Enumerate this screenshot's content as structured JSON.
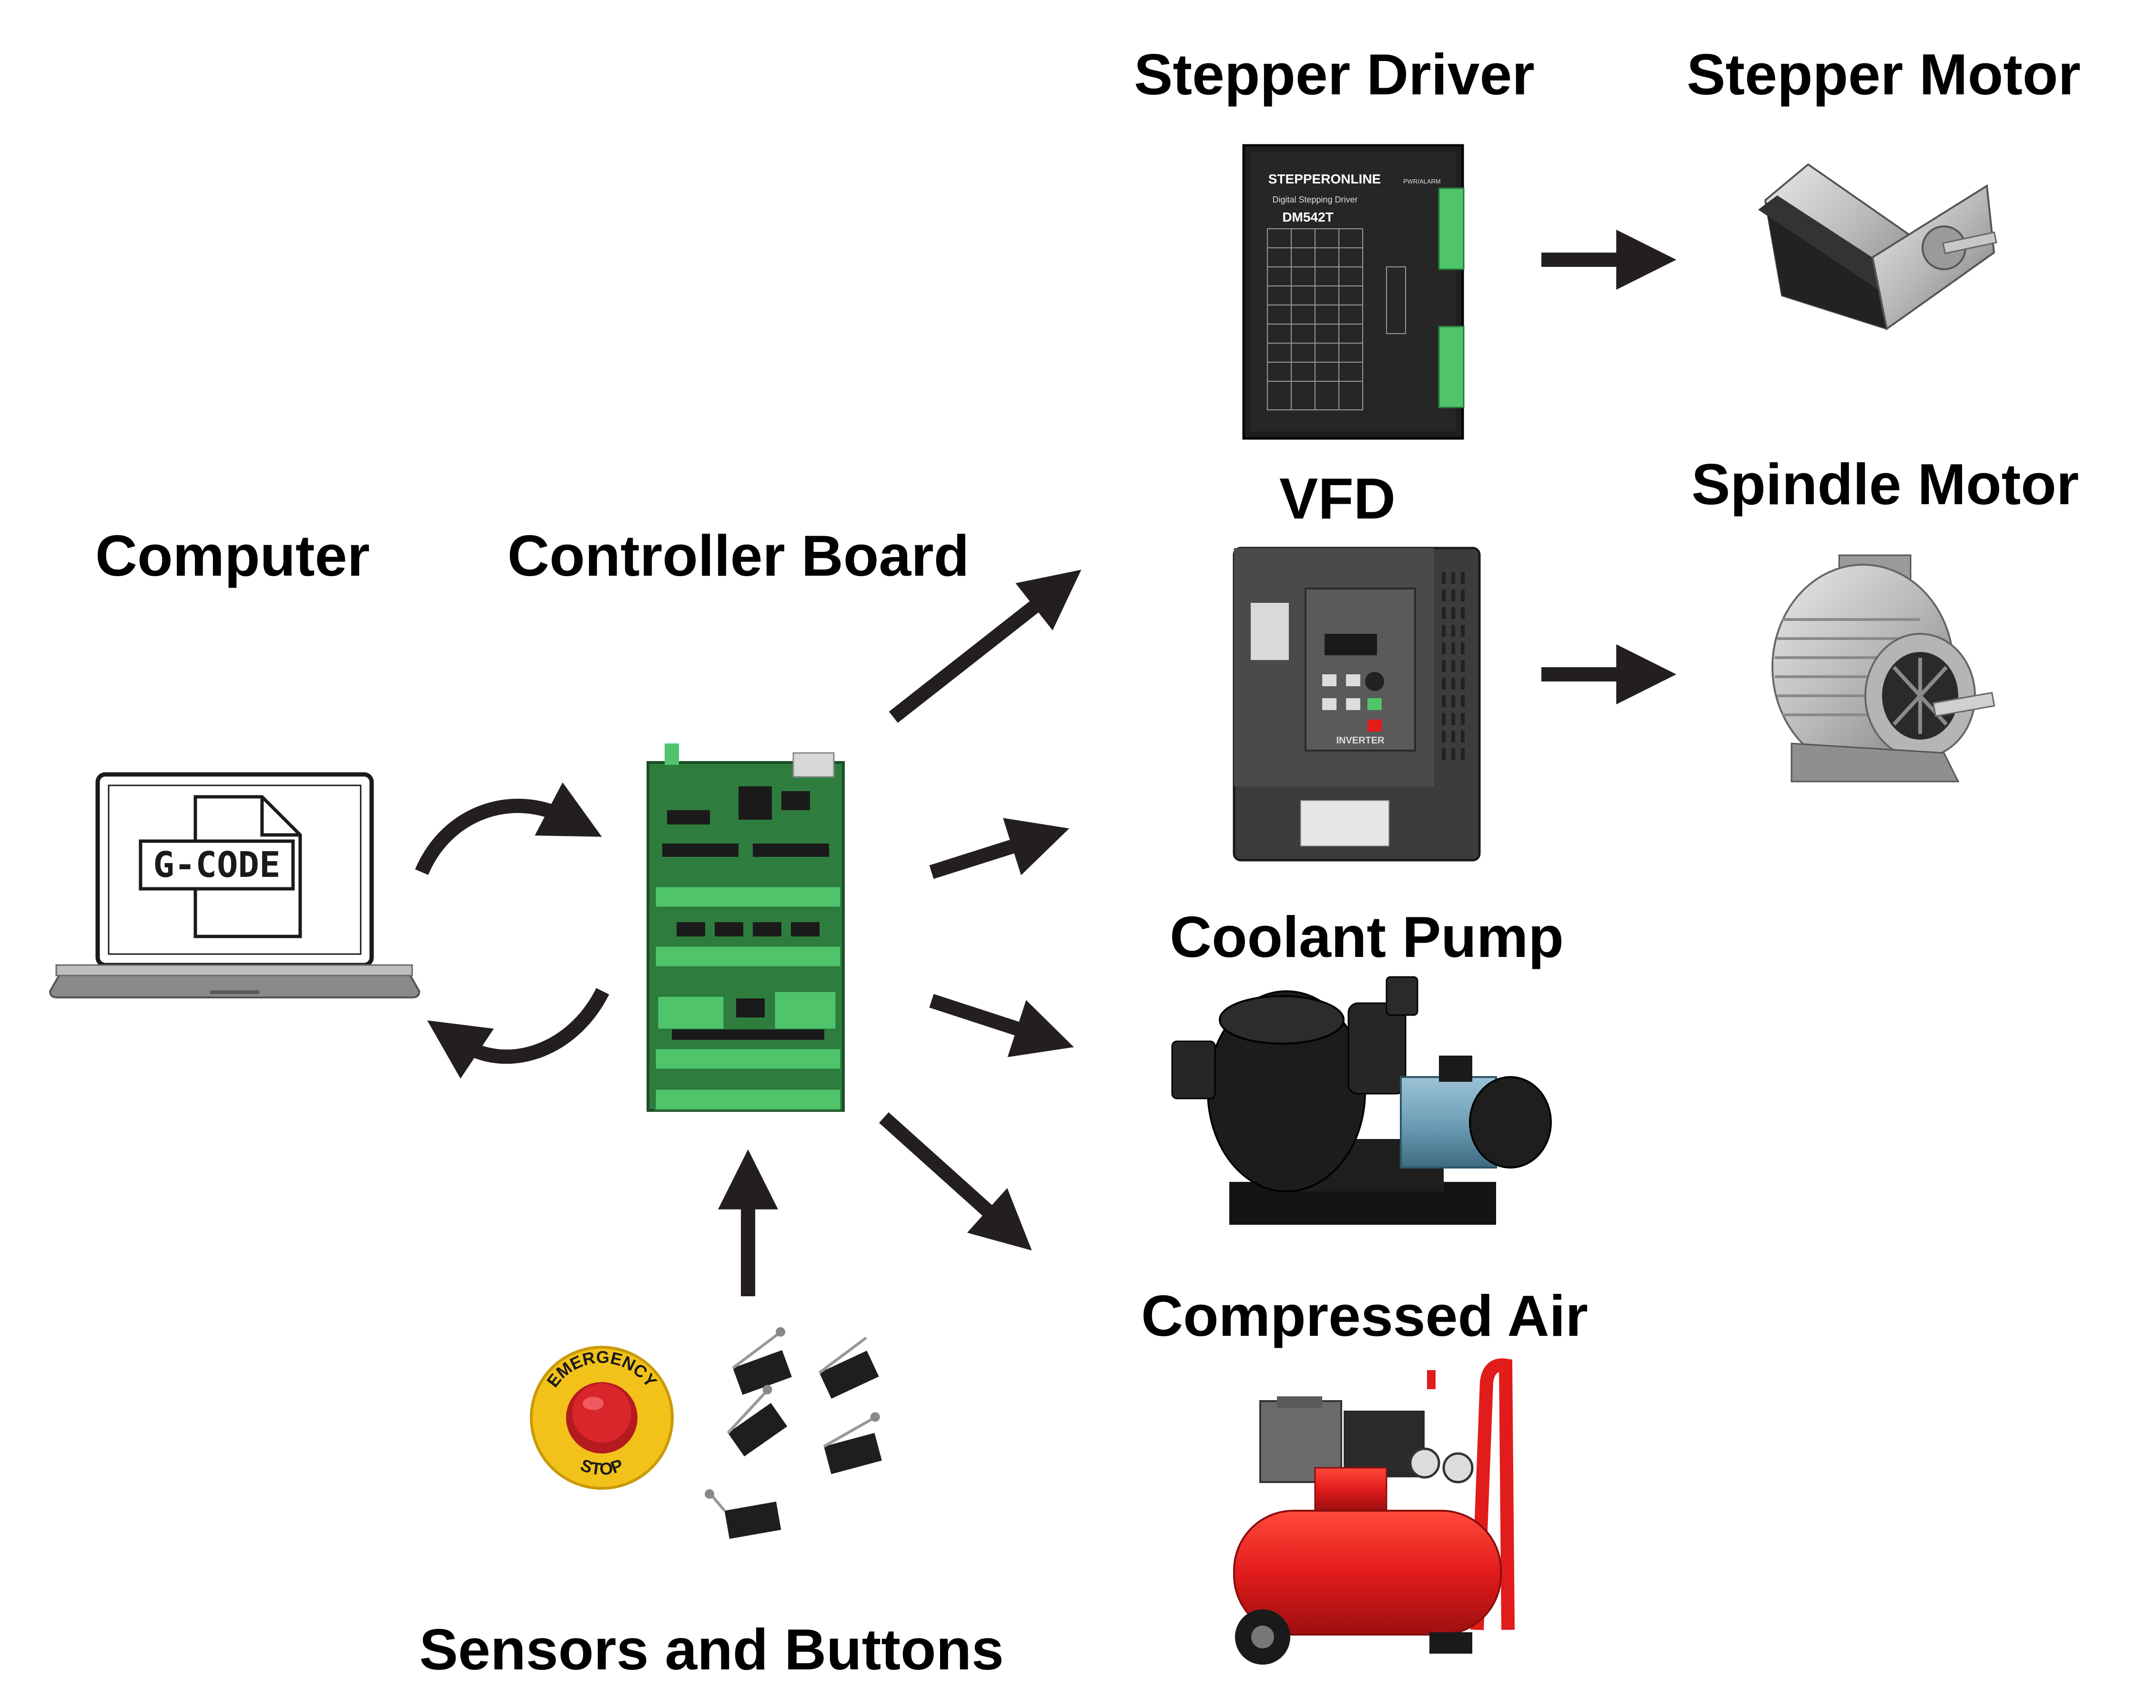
{
  "labels": {
    "computer": "Computer",
    "controller_board": "Controller Board",
    "stepper_driver": "Stepper Driver",
    "stepper_motor": "Stepper Motor",
    "vfd": "VFD",
    "spindle_motor": "Spindle Motor",
    "coolant_pump": "Coolant Pump",
    "compressed_air": "Compressed Air",
    "sensors_buttons": "Sensors and Buttons"
  },
  "laptop_file_text": "G-CODE",
  "driver_brand": "STEPPERONLINE",
  "driver_subtitle": "Digital Stepping Driver",
  "driver_model": "DM542T",
  "driver_pwr_alarm": "PWR/ALARM",
  "vfd_panel_text": "INVERTER",
  "estop_text_top": "EMERGENCY",
  "estop_text_bottom": "STOP",
  "colors": {
    "pcb_green": "#2e7d3e",
    "terminal_green": "#4fc46a",
    "pump_blue": "#6fa0b8",
    "compressor_red": "#e21b1b",
    "estop_yellow": "#f2c21a",
    "estop_red": "#d9262b"
  }
}
